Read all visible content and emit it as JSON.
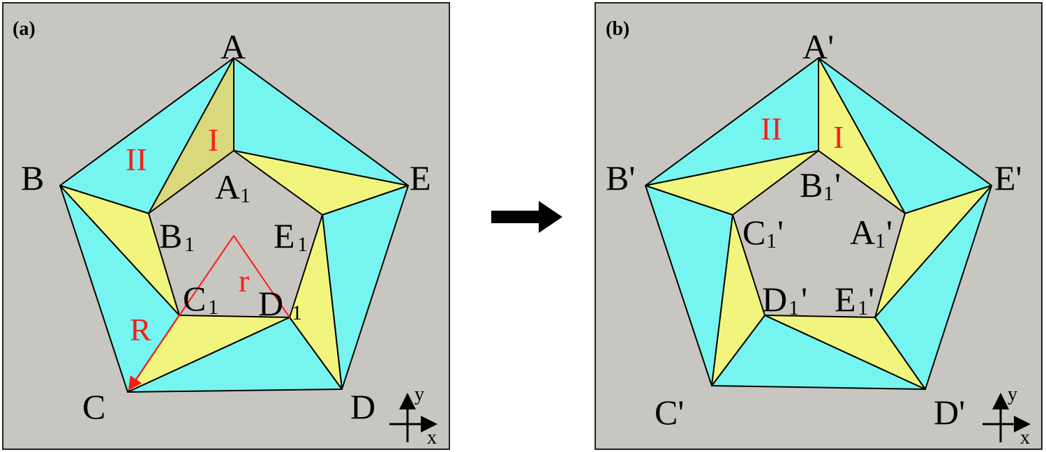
{
  "panel_a": {
    "tag": "(a)",
    "outer": [
      "A",
      "B",
      "C",
      "D",
      "E"
    ],
    "inner": [
      "A",
      "B",
      "C",
      "D",
      "E"
    ],
    "inner_sub": "1",
    "region_1": "I",
    "region_2": "II",
    "radius_outer": "R",
    "radius_inner": "r"
  },
  "panel_b": {
    "tag": "(b)",
    "outer": [
      "A'",
      "B'",
      "C'",
      "D'",
      "E'"
    ],
    "inner": [
      "B",
      "C",
      "A",
      "D",
      "E"
    ],
    "inner_sub": "1",
    "inner_prime": "'",
    "region_1": "I",
    "region_2": "II"
  },
  "axes": {
    "x": "x",
    "y": "y"
  },
  "colors": {
    "background": "#c8c6c1",
    "cyan": "#76f4f0",
    "yellow": "#f2f57d",
    "yellow_dim": "#d9d87a",
    "red": "#ff1a1a",
    "arrow": "#000000"
  },
  "transform_arrow": "right-arrow"
}
